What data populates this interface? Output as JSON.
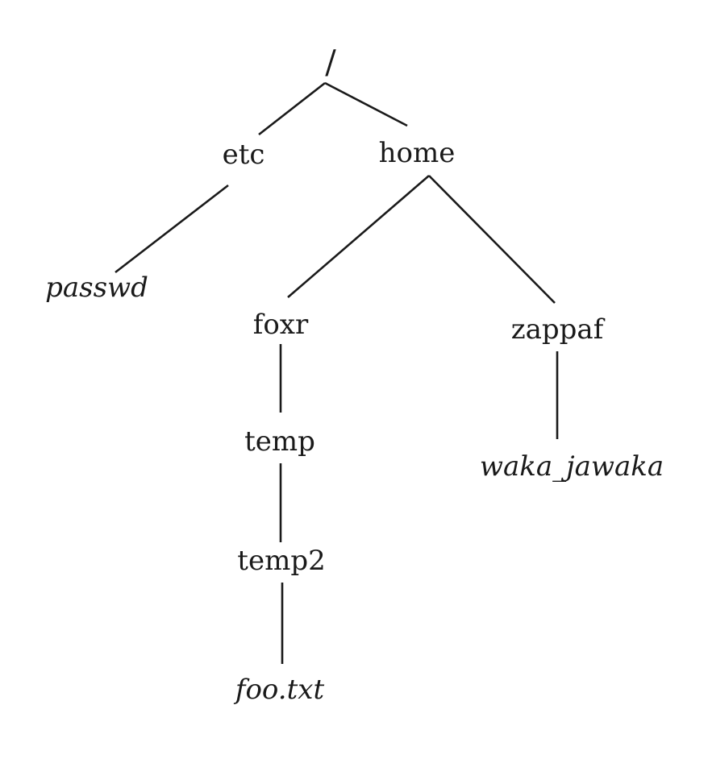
{
  "diagram": {
    "type": "directory-tree",
    "colors": {
      "ink": "#1a1a1a",
      "background": "#ffffff"
    },
    "nodes": [
      {
        "id": "root",
        "label": "/",
        "kind": "directory"
      },
      {
        "id": "etc",
        "label": "etc",
        "kind": "directory"
      },
      {
        "id": "home",
        "label": "home",
        "kind": "directory"
      },
      {
        "id": "passwd",
        "label": "passwd",
        "kind": "file"
      },
      {
        "id": "foxr",
        "label": "foxr",
        "kind": "directory"
      },
      {
        "id": "zappaf",
        "label": "zappaf",
        "kind": "directory"
      },
      {
        "id": "temp",
        "label": "temp",
        "kind": "directory"
      },
      {
        "id": "temp2",
        "label": "temp2",
        "kind": "directory"
      },
      {
        "id": "foo_txt",
        "label": "foo.txt",
        "kind": "file"
      },
      {
        "id": "waka",
        "label": "waka_jawaka",
        "kind": "file"
      }
    ],
    "edges": [
      {
        "from": "root",
        "to": "etc"
      },
      {
        "from": "root",
        "to": "home"
      },
      {
        "from": "etc",
        "to": "passwd"
      },
      {
        "from": "home",
        "to": "foxr"
      },
      {
        "from": "home",
        "to": "zappaf"
      },
      {
        "from": "foxr",
        "to": "temp"
      },
      {
        "from": "temp",
        "to": "temp2"
      },
      {
        "from": "temp2",
        "to": "foo_txt"
      },
      {
        "from": "zappaf",
        "to": "waka"
      }
    ]
  }
}
